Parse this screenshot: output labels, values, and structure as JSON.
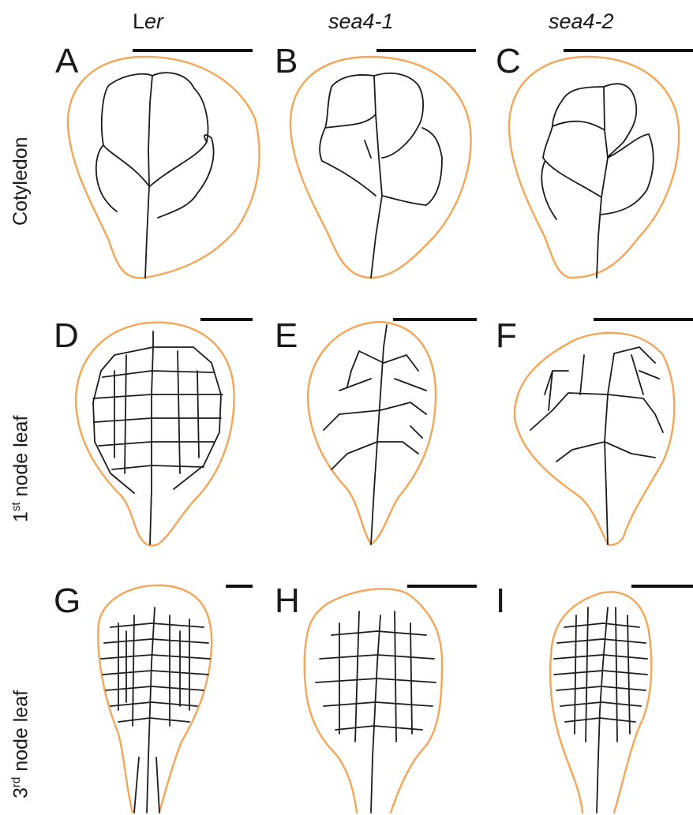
{
  "columns": [
    {
      "prefix": "L",
      "italic": "er"
    },
    {
      "prefix": "",
      "italic": "sea4-1"
    },
    {
      "prefix": "",
      "italic": "sea4-2"
    }
  ],
  "rows": [
    {
      "main": "Cotyledon",
      "sup": ""
    },
    {
      "main": "1",
      "sup": "st",
      "rest": " node leaf"
    },
    {
      "main": "3",
      "sup": "rd",
      "rest": " node leaf"
    }
  ],
  "panels": [
    "A",
    "B",
    "C",
    "D",
    "E",
    "F",
    "G",
    "H",
    "I"
  ],
  "colors": {
    "outline": "#f5a556",
    "vein": "#1c1c1c",
    "scalebar": "#111111"
  }
}
